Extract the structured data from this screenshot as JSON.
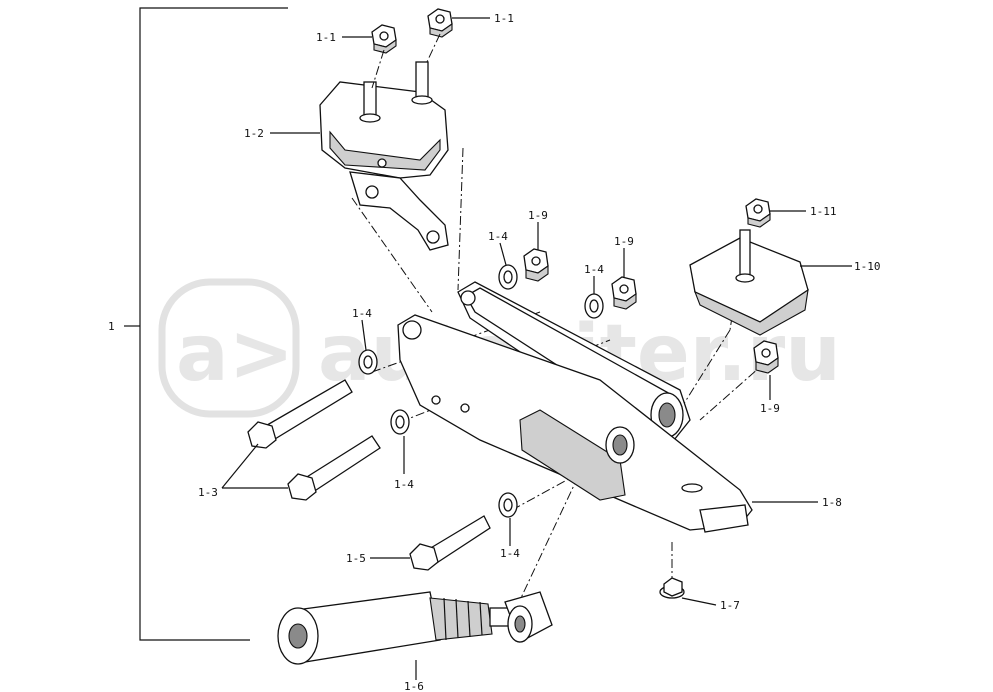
{
  "watermark": {
    "text": "autopiter.ru"
  },
  "labels": {
    "assembly": "1",
    "nut_a": "1-1",
    "nut_b": "1-1",
    "mount_upper": "1-2",
    "bolts": "1-3",
    "washer_a": "1-4",
    "washer_b": "1-4",
    "washer_c": "1-4",
    "washer_d": "1-4",
    "washer_e": "1-4",
    "bolt_short": "1-5",
    "shock_absorber": "1-6",
    "flange_nut": "1-7",
    "bracket": "1-8",
    "nut_9a": "1-9",
    "nut_9b": "1-9",
    "nut_9c": "1-9",
    "mount_rear": "1-10",
    "nut_top": "1-11"
  }
}
